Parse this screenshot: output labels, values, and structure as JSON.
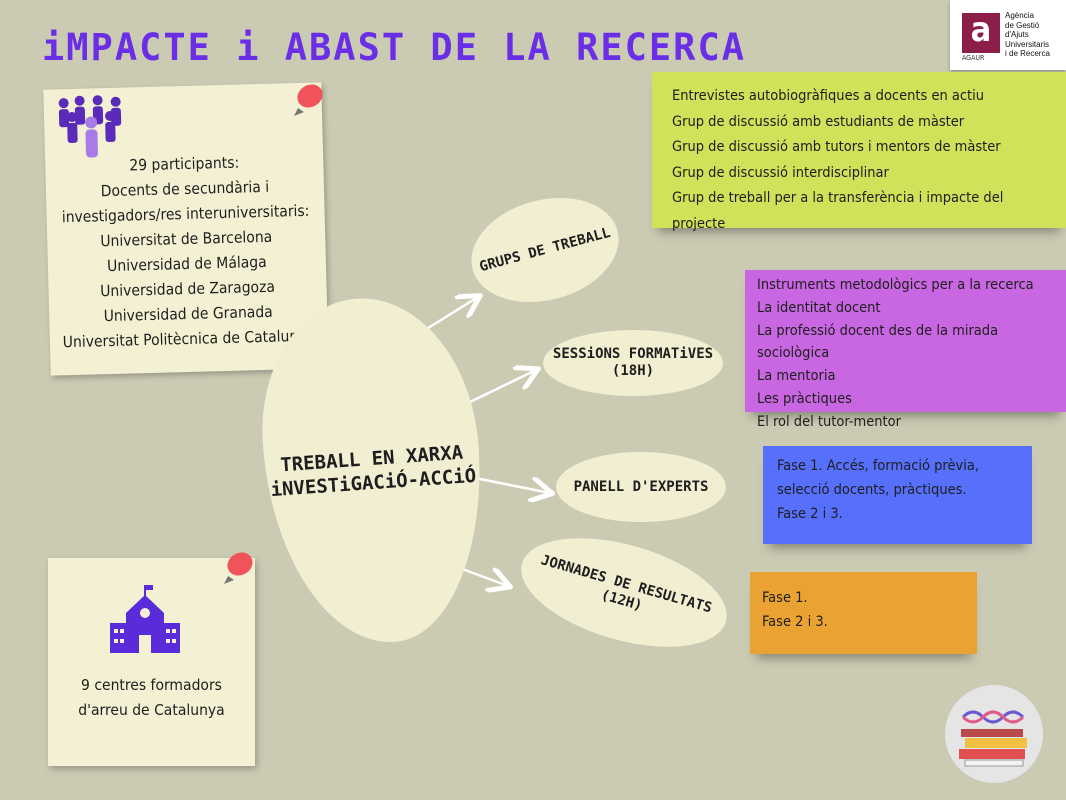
{
  "title": "iMPACTE i ABAST DE LA RECERCA",
  "logo": {
    "letter": "a",
    "abbr": "AGAUR",
    "lines": [
      "Agència",
      "de Gestió",
      "d'Ajuts",
      "Universitaris",
      "i de Recerca"
    ]
  },
  "participants": {
    "lines": [
      "29 participants:",
      "Docents de secundària i",
      "investigadors/res interuniversitaris:",
      "Universitat de Barcelona",
      "Universidad de Málaga",
      "Universidad de Zaragoza",
      "Universidad de Granada",
      "Universitat Politècnica de Catalunya"
    ]
  },
  "centres": {
    "lines": [
      "9 centres formadors",
      "d'arreu de Catalunya"
    ]
  },
  "center": {
    "lines": [
      "TREBALL EN XARXA",
      "iNVESTiGACiÓ-ACCiÓ"
    ]
  },
  "branches": [
    {
      "label": [
        "GRUPS DE TREBALL"
      ],
      "items": [
        "Entrevistes autobiogràfiques a docents en actiu",
        "Grup de discussió amb estudiants de màster",
        "Grup de discussió amb tutors i mentors de màster",
        "Grup de discussió interdisciplinar",
        "Grup de treball per a la transferència i impacte del projecte"
      ],
      "color": "#cfe25a"
    },
    {
      "label": [
        "SESSiONS FORMATiVES",
        "(18H)"
      ],
      "items": [
        "Instruments metodològics per a la recerca",
        "La identitat docent",
        "La professió docent des de la mirada sociològica",
        "La mentoria",
        "Les pràctiques",
        "El rol del tutor-mentor"
      ],
      "color": "#c966e1"
    },
    {
      "label": [
        "PANELL D'EXPERTS"
      ],
      "items": [
        "Fase 1. Accés, formació prèvia,",
        "selecció docents, pràctiques.",
        "Fase 2 i 3."
      ],
      "color": "#5670fb"
    },
    {
      "label": [
        "JORNADES DE RESULTATS",
        "(12H)"
      ],
      "items": [
        "Fase 1.",
        "Fase 2 i 3."
      ],
      "color": "#eaa333"
    }
  ]
}
